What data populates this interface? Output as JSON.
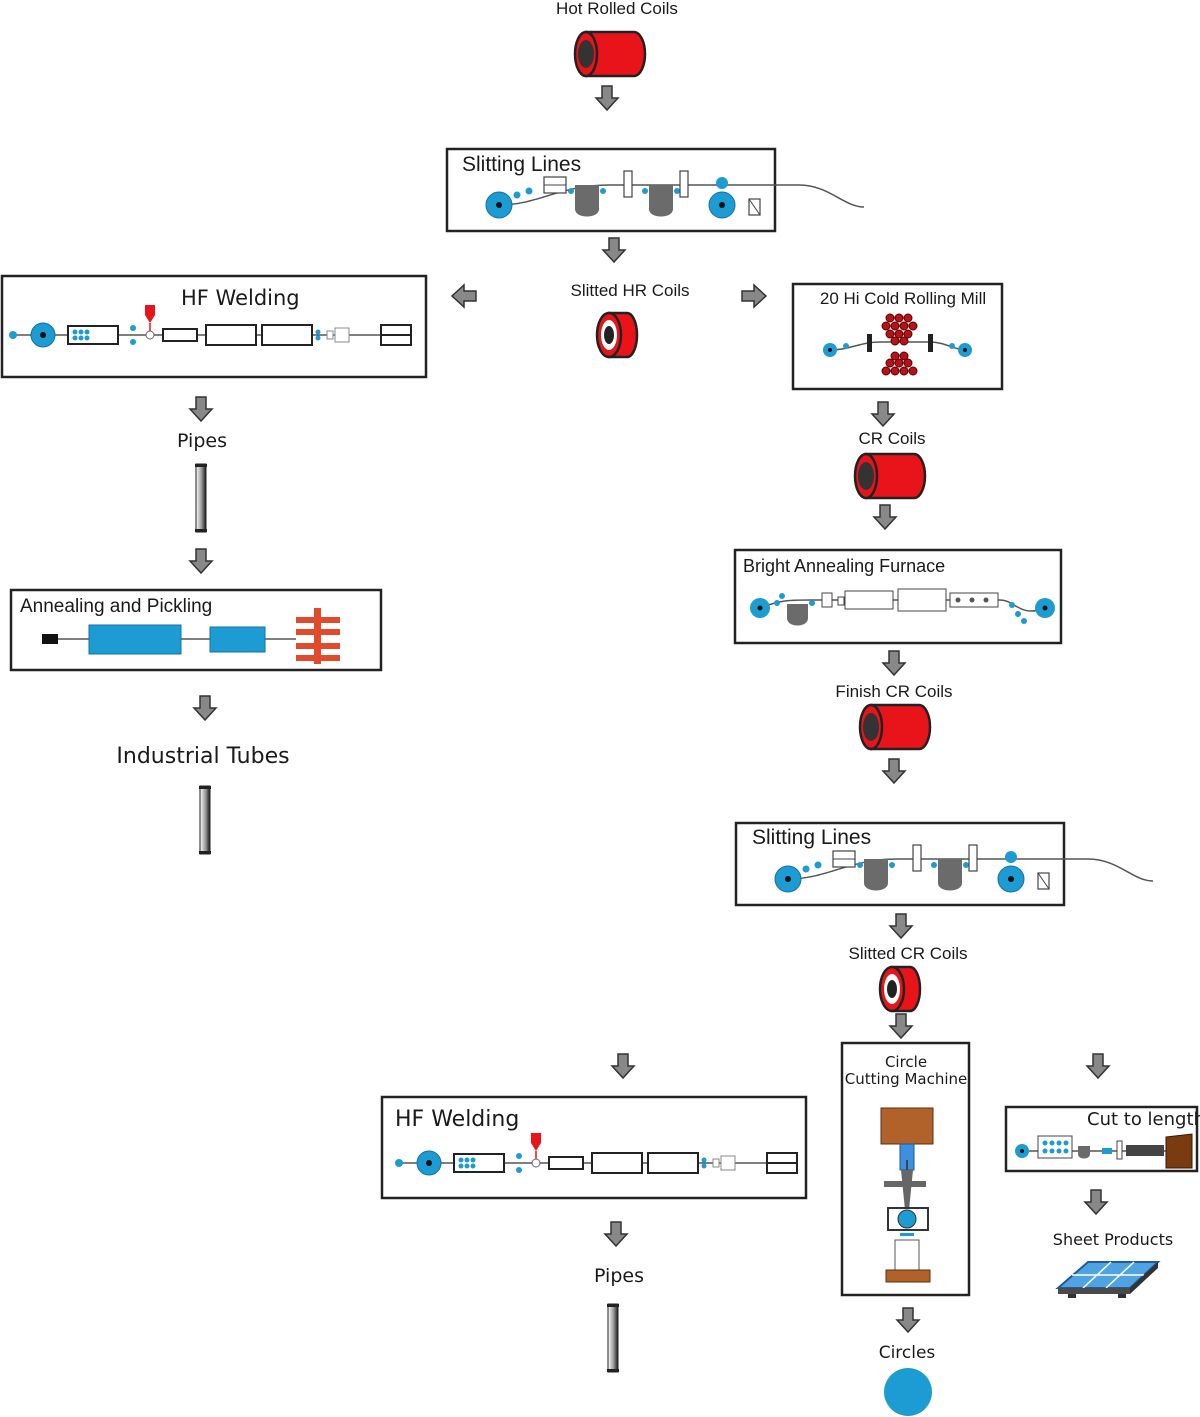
{
  "colors": {
    "coil_red": "#e8141a",
    "roller_blue": "#1d9bd3",
    "tub_grey": "#6b6b6b",
    "arrow_grey": "#888888",
    "box_border": "#222222",
    "brown": "#b1622a",
    "panel_blue": "#3d8fe0"
  },
  "nodes": {
    "hot_rolled_coils": "Hot Rolled Coils",
    "slitting_lines_1": "Slitting Lines",
    "slitted_hr_coils": "Slitted HR Coils",
    "hf_welding_1": "HF Welding",
    "cold_rolling_mill": "20 Hi Cold Rolling Mill",
    "pipes_1": "Pipes",
    "cr_coils": "CR Coils",
    "annealing_pickling": "Annealing and Pickling",
    "bright_annealing": "Bright Annealing Furnace",
    "finish_cr_coils": "Finish CR Coils",
    "industrial_tubes": "Industrial Tubes",
    "slitting_lines_2": "Slitting Lines",
    "slitted_cr_coils": "Slitted CR Coils",
    "circle_cutting_line1": "Circle",
    "circle_cutting_line2": "Cutting Machine",
    "cut_to_length": "Cut to length",
    "hf_welding_2": "HF Welding",
    "sheet_products": "Sheet Products",
    "pipes_2": "Pipes",
    "circles": "Circles"
  }
}
